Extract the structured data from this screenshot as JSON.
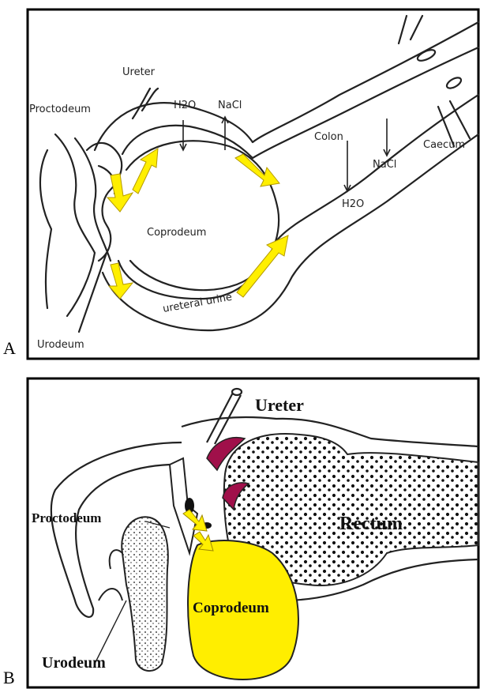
{
  "panel_a": {
    "letter": "A",
    "labels": {
      "ureter": "Ureter",
      "proctodeum": "Proctodeum",
      "h2o_top": "H2O",
      "nacl_top": "NaCl",
      "colon": "Colon",
      "caecum": "Caecum",
      "nacl_right": "NaCl",
      "h2o_right": "H2O",
      "coprodeum": "Coprodeum",
      "ureteral_urine": "ureteral urine",
      "urodeum": "Urodeum"
    }
  },
  "panel_b": {
    "letter": "B",
    "labels": {
      "ureter": "Ureter",
      "proctodeum": "Proctodeum",
      "rectum": "Rectum",
      "coprodeum": "Coprodeum",
      "urodeum": "Urodeum"
    }
  },
  "colors": {
    "flow_arrow": "#ffef00",
    "coprodeum_fill": "#ffee00",
    "sphincter": "#a0104a",
    "outline": "#222222",
    "frame": "#000000"
  }
}
